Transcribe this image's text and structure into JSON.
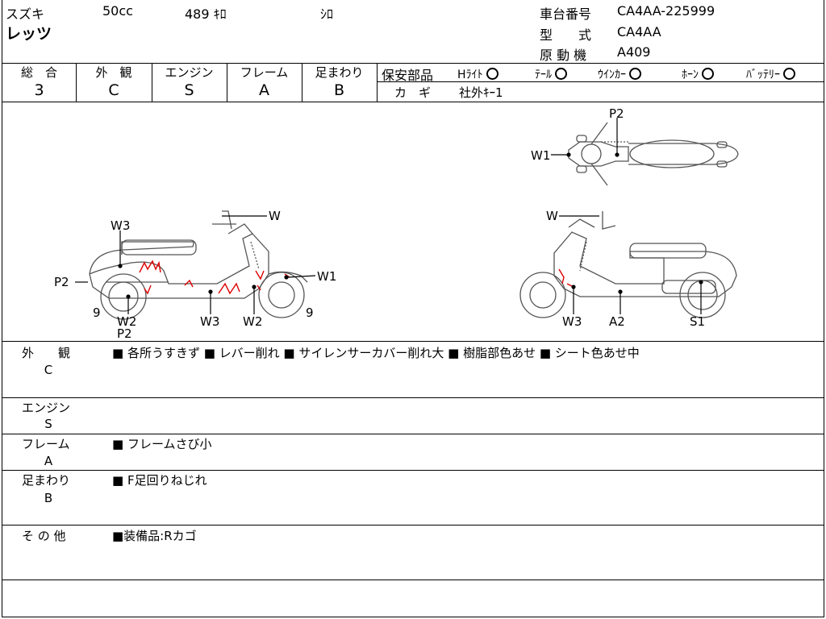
{
  "header": {
    "maker": "スズキ",
    "displacement": "50cc",
    "mileage": "489 ｷﾛ",
    "color": "ｼﾛ",
    "model_name": "レッツ",
    "frame_no_label": "車台番号",
    "frame_no": "CA4AA-225999",
    "type_label": "型　　式",
    "type": "CA4AA",
    "engine_label": "原 動 機",
    "engine": "A409"
  },
  "grades": [
    {
      "label": "総　合",
      "value": "3"
    },
    {
      "label": "外　観",
      "value": "C"
    },
    {
      "label": "エンジン",
      "value": "S"
    },
    {
      "label": "フレーム",
      "value": "A"
    },
    {
      "label": "足まわり",
      "value": "B"
    }
  ],
  "safety": {
    "label": "保安部品",
    "headlight": "Hﾗｲﾄ",
    "tail": "ﾃｰﾙ",
    "winker": "ｳｲﾝｶｰ",
    "horn": "ﾎｰﾝ",
    "battery": "ﾊﾞｯﾃﾘｰ",
    "key_label": "カ　ギ",
    "key_value": "社外ｷｰ1"
  },
  "diagram_labels": {
    "top_p2": "P2",
    "top_w1": "W1",
    "left_w3": "W3",
    "left_w": "W",
    "left_p2": "P2",
    "left_w1": "W1",
    "left_9a": "9",
    "left_w2a": "W2",
    "left_p2b": "P2",
    "left_w3b": "W3",
    "left_w2b": "W2",
    "left_9b": "9",
    "right_w": "W",
    "right_w3": "W3",
    "right_a2": "A2",
    "right_s1": "S1"
  },
  "sections": {
    "exterior": {
      "label": "外　　観",
      "grade": "C",
      "text": "■ 各所うすきず ■ レバー削れ ■ サイレンサーカバー削れ大 ■ 樹脂部色あせ ■ シート色あせ中"
    },
    "engine": {
      "label": "エンジン",
      "grade": "S",
      "text": ""
    },
    "frame": {
      "label": "フレーム",
      "grade": "A",
      "text": "■ フレームさび小"
    },
    "suspension": {
      "label": "足まわり",
      "grade": "B",
      "text": "■ F足回りねじれ"
    },
    "other": {
      "label": "そ の 他",
      "text": "■装備品:Rカゴ"
    }
  }
}
